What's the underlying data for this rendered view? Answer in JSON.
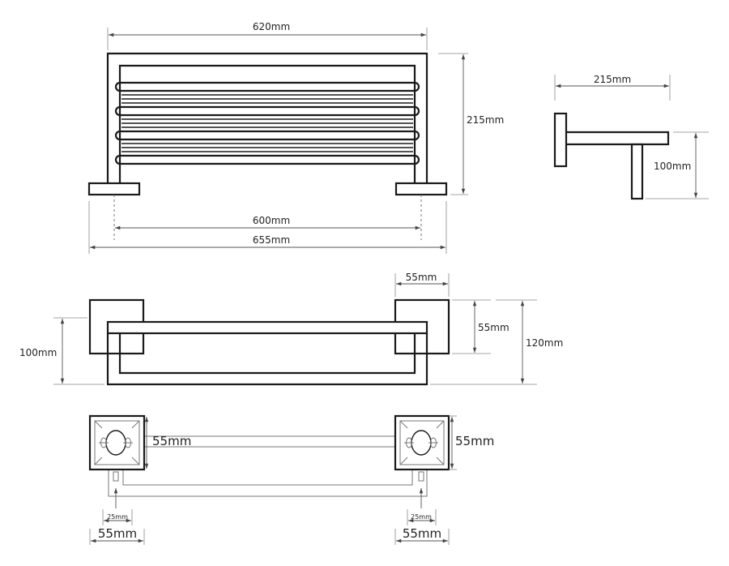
{
  "dimensions": {
    "front_width": "620mm",
    "front_height": "215mm",
    "side_depth": "215mm",
    "side_height": "100mm",
    "fixing_distance": "600mm",
    "overall_width": "655mm",
    "top_flange_width": "55mm",
    "top_flange_height": "55mm",
    "top_overall_height": "120mm",
    "top_left_height": "100mm",
    "bottom_flange_left": "55mm",
    "bottom_flange_right": "55mm",
    "bottom_width_left": "55mm",
    "bottom_width_right": "55mm",
    "bottom_small_left": "25mm",
    "bottom_small_right": "25mm"
  },
  "colors": {
    "line": "#1a1a1a",
    "dimension": "#555555",
    "background": "#ffffff"
  }
}
